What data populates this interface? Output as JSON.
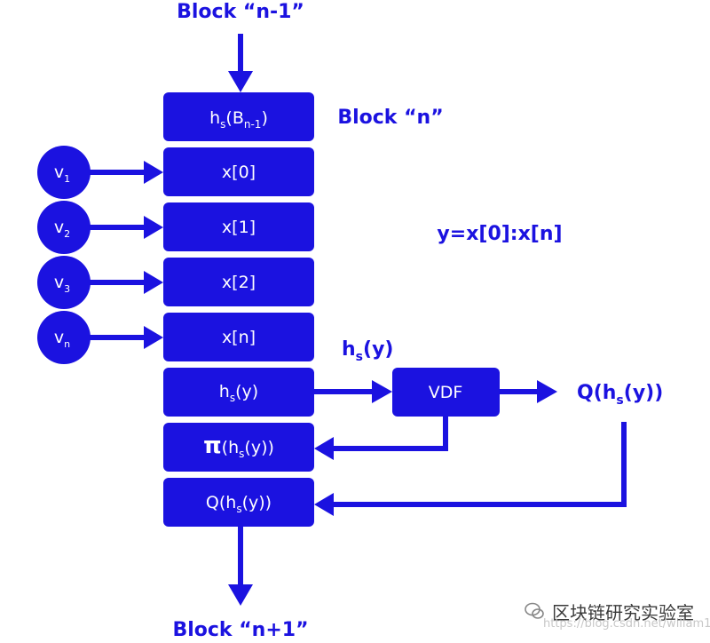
{
  "labels": {
    "block_prev": "Block “n-1”",
    "block_cur": "Block “n”",
    "block_next": "Block “n+1”",
    "formula": "y=x[0]:x[n]",
    "hs_y_above_vdf": {
      "base": "h",
      "sub": "s",
      "rest": "(y)"
    },
    "q_output": {
      "pre": "Q(h",
      "sub": "s",
      "post": "(y))"
    }
  },
  "stack": {
    "hash_prev": {
      "base": "h",
      "sub": "s",
      "mid": "(B",
      "sub2": "n-1",
      "post": ")"
    },
    "x0": "x[0]",
    "x1": "x[1]",
    "x2": "x[2]",
    "xn": "x[n]",
    "hs_y": {
      "base": "h",
      "sub": "s",
      "rest": "(y)"
    },
    "pi": {
      "pre": "π",
      "mid": "(h",
      "sub": "s",
      "post": "(y))"
    },
    "q": {
      "pre": "Q(h",
      "sub": "s",
      "post": "(y))"
    }
  },
  "vdf_label": "VDF",
  "inputs": [
    {
      "base": "v",
      "sub": "1"
    },
    {
      "base": "v",
      "sub": "2"
    },
    {
      "base": "v",
      "sub": "3"
    },
    {
      "base": "v",
      "sub": "n"
    }
  ],
  "watermark": {
    "org": "区块链研究实验室",
    "url": "https://blog.csdn.net/willam1"
  },
  "colors": {
    "primary": "#1b12e0",
    "background": "#ffffff"
  }
}
